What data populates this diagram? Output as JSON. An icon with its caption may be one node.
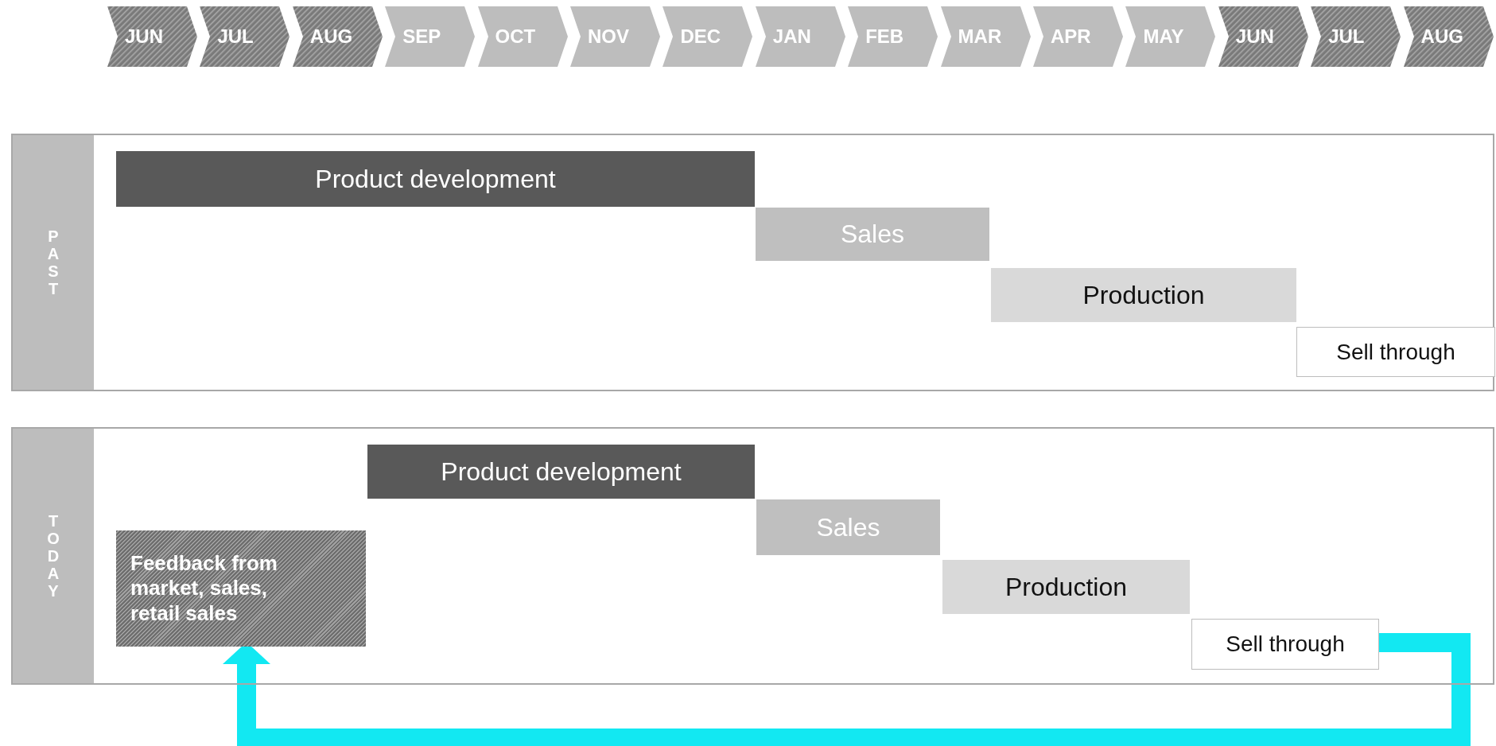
{
  "diagram": {
    "nodes": [
      {
        "text": [
          "JUN"
        ]
      },
      {
        "text": [
          "JUL"
        ]
      },
      {
        "text": [
          "AUG"
        ]
      },
      {
        "text": [
          "SEP"
        ]
      },
      {
        "text": [
          "OCT"
        ]
      },
      {
        "text": [
          "NOV"
        ]
      },
      {
        "text": [
          "DEC"
        ]
      },
      {
        "text": [
          "JAN"
        ]
      },
      {
        "text": [
          "FEB"
        ]
      },
      {
        "text": [
          "MAR"
        ]
      },
      {
        "text": [
          "APR"
        ]
      },
      {
        "text": [
          "MAY"
        ]
      },
      {
        "text": [
          "JUN"
        ]
      },
      {
        "text": [
          "JUL"
        ]
      },
      {
        "text": [
          "AUG"
        ]
      },
      {
        "text": [
          "PAST"
        ]
      },
      {
        "text": [
          "Product development"
        ],
        "in": 15
      },
      {
        "text": [
          "Sales"
        ],
        "in": 15
      },
      {
        "text": [
          "Production"
        ],
        "in": 15
      },
      {
        "text": [
          "Sell through"
        ],
        "in": 15
      },
      {
        "text": [
          "TODAY"
        ]
      },
      {
        "text": [
          "Product development"
        ],
        "in": 20
      },
      {
        "text": [
          "Sales"
        ],
        "in": 20
      },
      {
        "text": [
          "Feedback from market, sales, retail sales"
        ],
        "in": 20
      },
      {
        "text": [
          "Production"
        ],
        "in": 20
      },
      {
        "text": [
          "Sell through"
        ],
        "in": 20
      }
    ],
    "edges": [
      {
        "from": 25,
        "to": 23,
        "arrow": "to",
        "color": "#12e8f2"
      }
    ]
  }
}
